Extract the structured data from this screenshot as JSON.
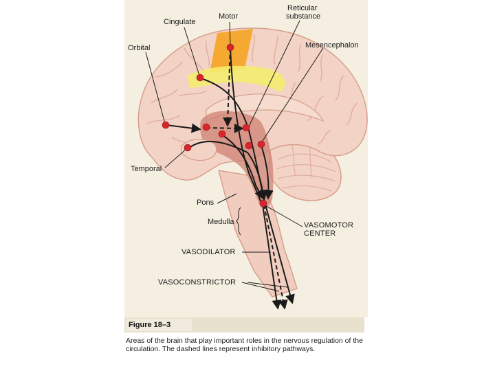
{
  "labels": {
    "cingulate": "Cingulate",
    "motor": "Motor",
    "reticular_line1": "Reticular",
    "reticular_line2": "substance",
    "mesencephalon": "Mesencephalon",
    "orbital": "Orbital",
    "temporal": "Temporal",
    "pons": "Pons",
    "medulla": "Medulla",
    "vasomotor_line1": "VASOMOTOR",
    "vasomotor_line2": "CENTER",
    "vasodilator": "VASODILATOR",
    "vasoconstrictor": "VASOCONSTRICTOR"
  },
  "figure": {
    "number": "Figure 18–3",
    "caption": "Areas of the brain that play important roles in the nervous regulation of the circulation. The dashed lines represent inhibitory pathways."
  },
  "colors": {
    "page_bg": "#ffffff",
    "panel_bg": "#f5efe1",
    "brain": "#f2d3c6",
    "brain_stroke": "#d79f8c",
    "sulcus": "#e2ada0",
    "motor_area": "#f4a62b",
    "yellow_band": "#f3ec6f",
    "center_zone": "#cf8273",
    "brainstem": "#f1cdbf",
    "node": "#d8262e",
    "arrow": "#1a1a1a"
  }
}
